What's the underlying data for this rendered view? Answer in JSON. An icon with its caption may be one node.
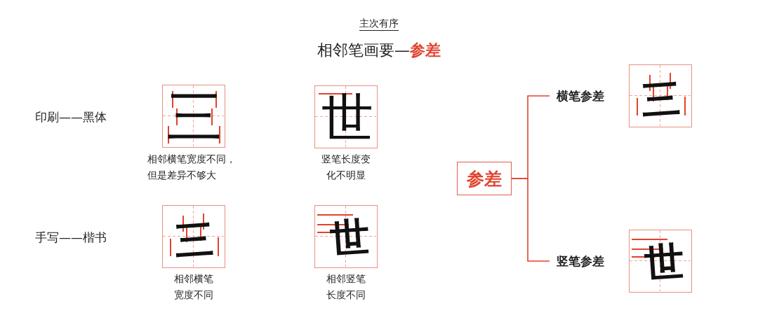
{
  "diagram": {
    "title": "相邻笔画要—**参差**",
    "nodes": [
      {
        "text": [
          "三"
        ],
        "beside": [
          "相邻横笔宽度不同，但是差异不够大"
        ]
      },
      {
        "text": [
          "世"
        ],
        "beside": [
          "竖笔长度变化不明显"
        ]
      },
      {
        "text": [
          "三"
        ],
        "beside": [
          "相邻横笔宽度不同"
        ]
      },
      {
        "text": [
          "世"
        ],
        "beside": [
          "相邻竖笔长度不同"
        ]
      },
      {
        "text": [
          "参差"
        ]
      },
      {
        "text": [
          "横笔参差"
        ]
      },
      {
        "text": [
          "三"
        ]
      },
      {
        "text": [
          "竖笔参差"
        ]
      },
      {
        "text": [
          "世"
        ]
      }
    ],
    "edges": [
      {
        "from": 4,
        "to": 5,
        "arrow": "none"
      },
      {
        "from": 4,
        "to": 7,
        "arrow": "none"
      }
    ],
    "labels": [
      "主次有序",
      "印刷——黑体",
      "手写——楷书"
    ]
  }
}
